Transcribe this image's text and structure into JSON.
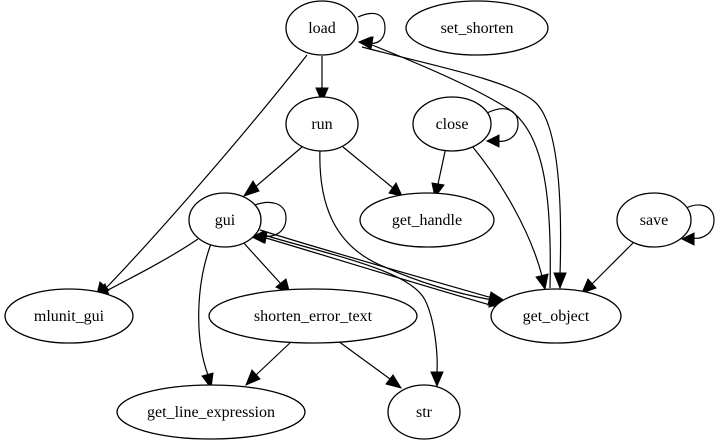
{
  "graph": {
    "nodes": {
      "load": "load",
      "set_shorten": "set_shorten",
      "run": "run",
      "close": "close",
      "gui": "gui",
      "get_handle": "get_handle",
      "save": "save",
      "mlunit_gui": "mlunit_gui",
      "shorten_error_text": "shorten_error_text",
      "get_object": "get_object",
      "get_line_expression": "get_line_expression",
      "str": "str"
    },
    "edges": [
      [
        "load",
        "load"
      ],
      [
        "load",
        "run"
      ],
      [
        "load",
        "mlunit_gui"
      ],
      [
        "load",
        "get_object"
      ],
      [
        "get_object",
        "load"
      ],
      [
        "run",
        "gui"
      ],
      [
        "run",
        "get_handle"
      ],
      [
        "run",
        "get_object"
      ],
      [
        "close",
        "close"
      ],
      [
        "close",
        "get_handle"
      ],
      [
        "close",
        "get_object"
      ],
      [
        "gui",
        "gui"
      ],
      [
        "gui",
        "mlunit_gui"
      ],
      [
        "gui",
        "shorten_error_text"
      ],
      [
        "gui",
        "get_object"
      ],
      [
        "get_object",
        "gui"
      ],
      [
        "gui",
        "get_line_expression"
      ],
      [
        "gui",
        "str"
      ],
      [
        "save",
        "save"
      ],
      [
        "save",
        "get_object"
      ],
      [
        "shorten_error_text",
        "get_line_expression"
      ],
      [
        "shorten_error_text",
        "str"
      ]
    ]
  }
}
